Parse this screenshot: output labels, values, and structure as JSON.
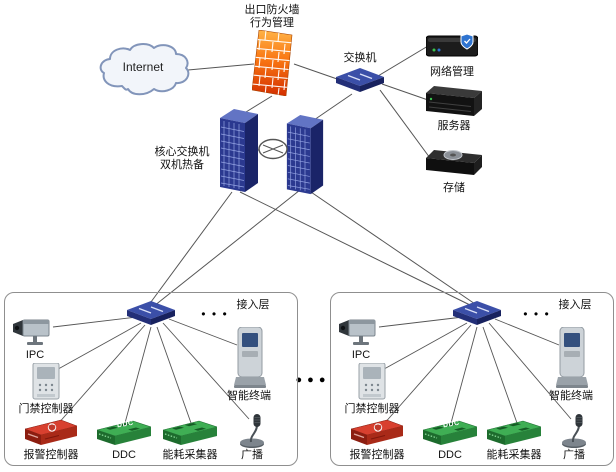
{
  "topology": {
    "internet_label": "Internet",
    "firewall_label_line1": "出口防火墙",
    "firewall_label_line2": "行为管理",
    "switch_label": "交换机",
    "network_mgmt_label": "网络管理",
    "server_label": "服务器",
    "storage_label": "存储",
    "core_switch_label_line1": "核心交换机",
    "core_switch_label_line2": "双机热备",
    "group_separator_dots": "● ● ●"
  },
  "access_groups": [
    {
      "layer_label": "接入层",
      "dots": "● ● ●",
      "devices": {
        "ipc": "IPC",
        "door_controller": "门禁控制器",
        "alarm_controller": "报警控制器",
        "ddc": "DDC",
        "energy_collector": "能耗采集器",
        "broadcast": "广播",
        "terminal": "智能终端"
      }
    },
    {
      "layer_label": "接入层",
      "dots": "● ● ●",
      "devices": {
        "ipc": "IPC",
        "door_controller": "门禁控制器",
        "alarm_controller": "报警控制器",
        "ddc": "DDC",
        "energy_collector": "能耗采集器",
        "broadcast": "广播",
        "terminal": "智能终端"
      }
    }
  ]
}
